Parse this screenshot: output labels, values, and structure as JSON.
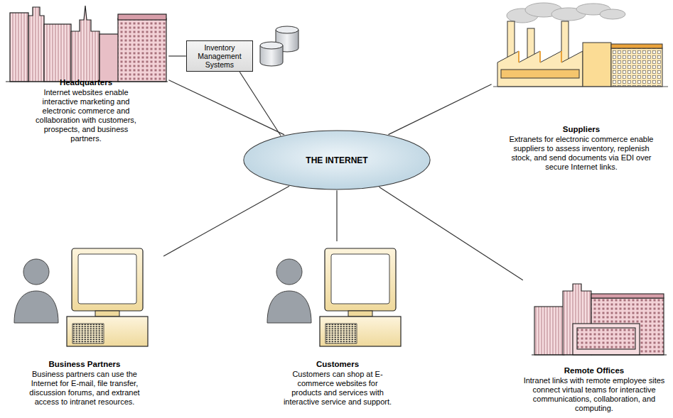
{
  "diagram": {
    "nodes": [
      {
        "text": [
          "Headquarters",
          "Internet websites enable interactive marketing and electronic commerce and collaboration with customers, prospects, and business partners."
        ]
      },
      {
        "text": [
          "Inventory Management Systems"
        ]
      },
      {
        "text": [
          "Suppliers",
          "Extranets for electronic commerce enable suppliers to assess inventory, replenish stock, and send documents via EDI over secure Internet links."
        ]
      },
      {
        "text": [
          "THE INTERNET"
        ]
      },
      {
        "text": [
          "Business Partners",
          "Business partners can use the Internet for E-mail, file transfer, discussion forums, and extranet access to intranet resources."
        ]
      },
      {
        "text": [
          "Customers",
          "Customers can shop at E-commerce websites for products and services with interactive service and support."
        ]
      },
      {
        "text": [
          "Remote Offices",
          "Intranet links with remote employee sites connect virtual teams for interactive communications, collaboration, and computing."
        ]
      }
    ],
    "edges": [
      {
        "from": 0,
        "to": 1,
        "arrow": "none"
      },
      {
        "from": 1,
        "to": 3,
        "arrow": "none"
      },
      {
        "from": 0,
        "to": 3,
        "arrow": "none"
      },
      {
        "from": 3,
        "to": 2,
        "arrow": "none"
      },
      {
        "from": 3,
        "to": 4,
        "arrow": "none"
      },
      {
        "from": 3,
        "to": 5,
        "arrow": "none"
      },
      {
        "from": 3,
        "to": 6,
        "arrow": "none"
      }
    ]
  }
}
